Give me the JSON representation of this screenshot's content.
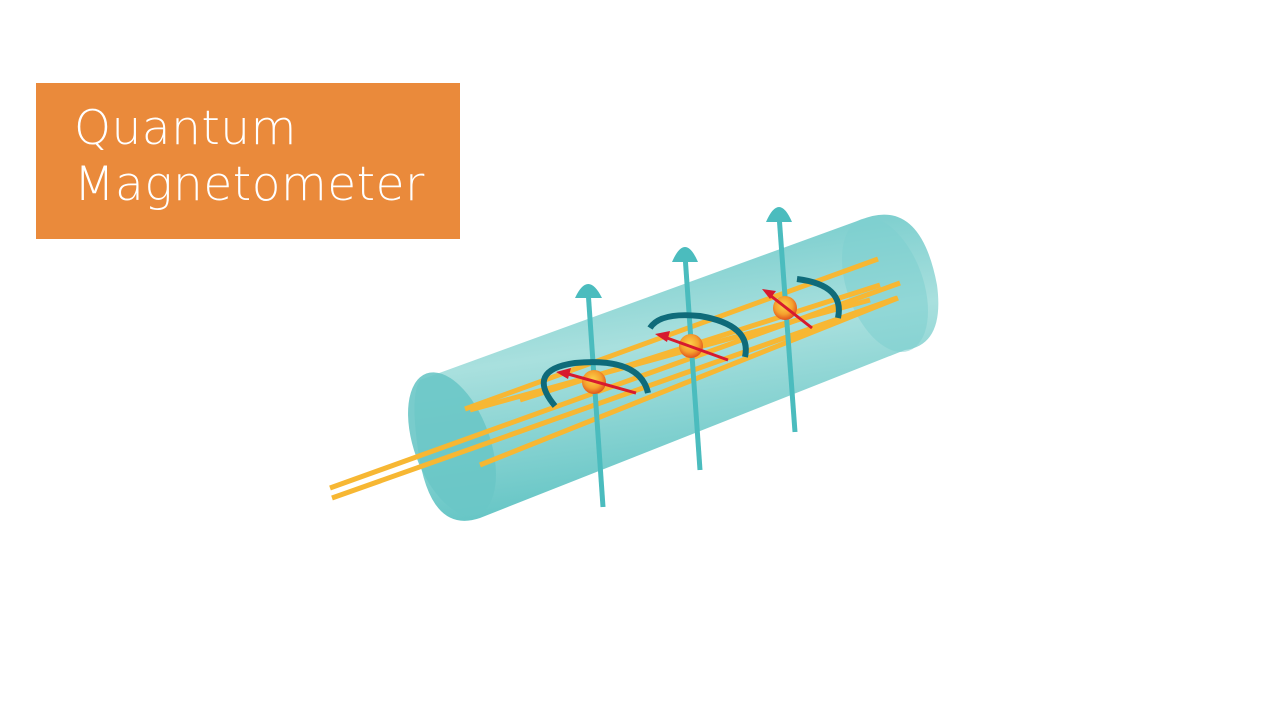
{
  "title": {
    "line1": "Quantum",
    "line2": "Magnetometer"
  },
  "colors": {
    "title_bg": "#ea8a3b",
    "title_text": "#ffffff",
    "cylinder": "#6fcaca",
    "cylinder_light": "#b5e6e4",
    "beam": "#f7b733",
    "field_arrow": "#4bbcbe",
    "precession_arc": "#0f6b7a",
    "atom": "#f39c2a",
    "spin_arrow": "#d7192e"
  },
  "illustration": {
    "label": "Quantum magnetometer schematic: vapor cell cylinder with laser beams, three atoms with spin precession around vertical magnetic field arrows",
    "atoms_count": 3
  }
}
